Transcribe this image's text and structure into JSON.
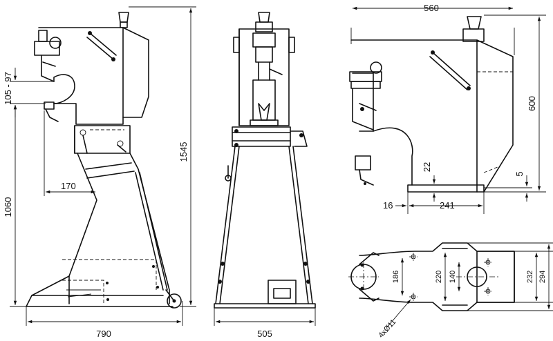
{
  "dimensions": {
    "side_width": "790",
    "side_height_total": "1545",
    "side_height_table": "1060",
    "side_offset": "170",
    "side_stroke": "105 - 97",
    "front_width": "505",
    "head_width": "560",
    "head_height": "600",
    "head_plate": "22",
    "head_base": "5",
    "head_offset_small": "16",
    "head_offset": "241",
    "base_a": "186",
    "base_b": "220",
    "base_c": "140",
    "base_d": "232",
    "base_e": "294",
    "base_holes": "4xØ11"
  }
}
